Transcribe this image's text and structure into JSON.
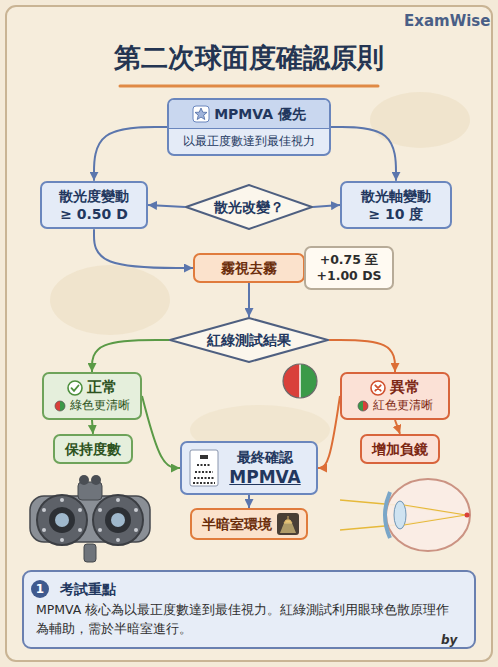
{
  "diagram": {
    "title": "第二次球面度確認原則",
    "nodes": [
      {
        "text": [
          "MPMVA 優先",
          "以最正度數達到最佳視力"
        ]
      },
      {
        "text": [
          "散光度變動 ≥ 0.50 D"
        ]
      },
      {
        "text": [
          "散光改變？"
        ]
      },
      {
        "text": [
          "散光軸變動 ≥ 10 度"
        ]
      },
      {
        "text": [
          "霧視去霧"
        ]
      },
      {
        "text": [
          "+0.75 至 +1.00 DS"
        ]
      },
      {
        "text": [
          "紅綠測試結果"
        ]
      },
      {
        "text": [
          "正常",
          "綠色更清晰"
        ]
      },
      {
        "text": [
          "異常",
          "紅色更清晰"
        ]
      },
      {
        "text": [
          "保持度數"
        ]
      },
      {
        "text": [
          "增加負鏡"
        ]
      },
      {
        "text": [
          "最終確認",
          "MPMVA"
        ]
      },
      {
        "text": [
          "半暗室環境"
        ]
      },
      {
        "text": [
          "考試重點",
          "MPMVA 核心為以最正度數達到最佳視力。紅綠測試利用眼球色散原理作為輔助，需於半暗室進行。"
        ]
      }
    ],
    "edges": [
      {
        "from": 0,
        "to": 1,
        "arrow": "to"
      },
      {
        "from": 0,
        "to": 3,
        "arrow": "to"
      },
      {
        "from": 2,
        "to": 1,
        "arrow": "to"
      },
      {
        "from": 2,
        "to": 3,
        "arrow": "to"
      },
      {
        "from": 1,
        "to": 4,
        "arrow": "to"
      },
      {
        "from": 4,
        "to": 6,
        "arrow": "to"
      },
      {
        "from": 6,
        "to": 7,
        "arrow": "to"
      },
      {
        "from": 6,
        "to": 8,
        "arrow": "to"
      },
      {
        "from": 7,
        "to": 9,
        "arrow": "to"
      },
      {
        "from": 8,
        "to": 10,
        "arrow": "to"
      },
      {
        "from": 7,
        "to": 11,
        "arrow": "to"
      },
      {
        "from": 8,
        "to": 11,
        "arrow": "to"
      },
      {
        "from": 11,
        "to": 12,
        "arrow": "to"
      }
    ],
    "labels": [
      "ExamWise",
      "1",
      "by"
    ]
  }
}
